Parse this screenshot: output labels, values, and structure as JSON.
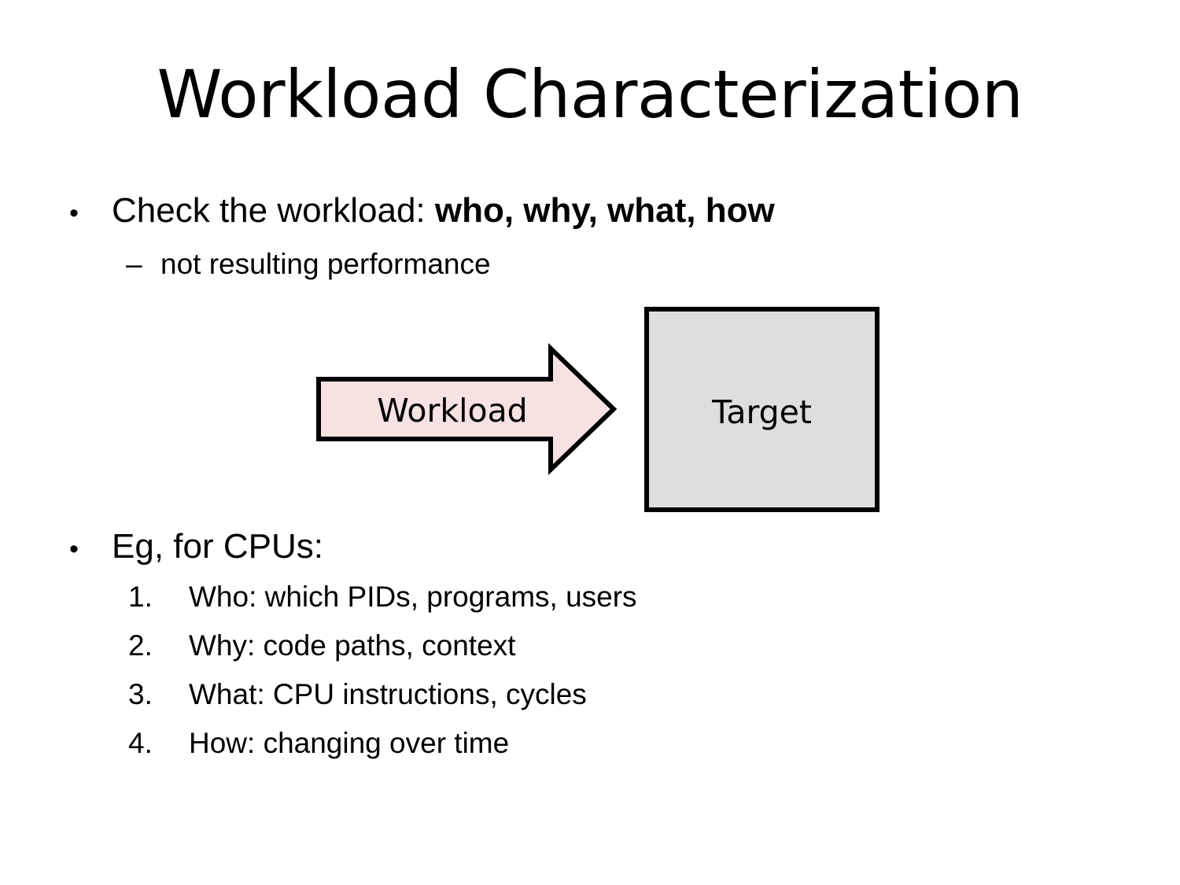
{
  "slide": {
    "title": "Workload Characterization",
    "background_color": "#ffffff",
    "text_color": "#000000"
  },
  "content": {
    "bullets": [
      {
        "marker": "•",
        "text_plain": "Check the workload: ",
        "text_bold": "who, why, what, how"
      },
      {
        "marker": "–",
        "text": "not resulting performance"
      },
      {
        "marker": "•",
        "text": "Eg, for CPUs:"
      }
    ],
    "numbered_list": [
      {
        "number": "1.",
        "text": "Who: which PIDs, programs, users"
      },
      {
        "number": "2.",
        "text": "Why: code paths, context"
      },
      {
        "number": "3.",
        "text": "What: CPU instructions, cycles"
      },
      {
        "number": "4.",
        "text": "How: changing over time"
      }
    ]
  },
  "diagram": {
    "arrow": {
      "label": "Workload",
      "fill": "#f7e2e2",
      "stroke": "#000000"
    },
    "box": {
      "label": "Target",
      "fill": "#dedede",
      "stroke": "#000000"
    }
  }
}
